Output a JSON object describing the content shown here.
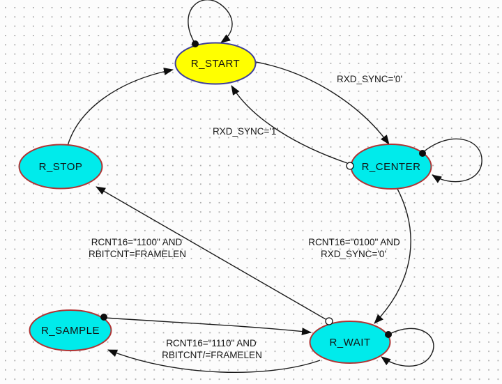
{
  "canvas": {
    "background": "#fcfcfc",
    "grid_dot_color": "#ababab"
  },
  "colors": {
    "state_fill_default": "#00ebeb",
    "state_fill_highlight": "#ffff00",
    "state_stroke_default": "#b03434",
    "state_stroke_highlight": "#3e3e9c",
    "edge": "#1c1c1c",
    "text": "#161616"
  },
  "diagram": {
    "type": "state-machine",
    "states": [
      {
        "id": "r_start",
        "label": "R_START",
        "fill": "#ffff00",
        "stroke": "#3e3e9c"
      },
      {
        "id": "r_stop",
        "label": "R_STOP",
        "fill": "#00ebeb",
        "stroke": "#b03434"
      },
      {
        "id": "r_center",
        "label": "R_CENTER",
        "fill": "#00ebeb",
        "stroke": "#b03434"
      },
      {
        "id": "r_sample",
        "label": "R_SAMPLE",
        "fill": "#00ebeb",
        "stroke": "#b03434"
      },
      {
        "id": "r_wait",
        "label": "R_WAIT",
        "fill": "#00ebeb",
        "stroke": "#b03434"
      }
    ],
    "transitions": [
      {
        "id": "start-self",
        "from": "R_START",
        "to": "R_START",
        "label_lines": []
      },
      {
        "id": "stop-to-start",
        "from": "R_STOP",
        "to": "R_START",
        "label_lines": []
      },
      {
        "id": "start-to-center",
        "from": "R_START",
        "to": "R_CENTER",
        "label_lines": [
          "RXD_SYNC='0'"
        ]
      },
      {
        "id": "center-to-start",
        "from": "R_CENTER",
        "to": "R_START",
        "label_lines": [
          "RXD_SYNC='1'"
        ]
      },
      {
        "id": "center-self",
        "from": "R_CENTER",
        "to": "R_CENTER",
        "label_lines": []
      },
      {
        "id": "center-to-wait",
        "from": "R_CENTER",
        "to": "R_WAIT",
        "label_lines": [
          "RCNT16=\"0100\"  AND",
          "RXD_SYNC='0'"
        ]
      },
      {
        "id": "wait-self",
        "from": "R_WAIT",
        "to": "R_WAIT",
        "label_lines": []
      },
      {
        "id": "sample-to-wait",
        "from": "R_SAMPLE",
        "to": "R_WAIT",
        "label_lines": []
      },
      {
        "id": "wait-to-stop",
        "from": "R_WAIT",
        "to": "R_STOP",
        "label_lines": [
          "RCNT16=\"1100\" AND",
          "RBITCNT=FRAMELEN"
        ]
      },
      {
        "id": "wait-to-sample",
        "from": "R_WAIT",
        "to": "R_SAMPLE",
        "label_lines": [
          "RCNT16=\"1110\" AND",
          "RBITCNT/=FRAMELEN"
        ]
      }
    ]
  }
}
